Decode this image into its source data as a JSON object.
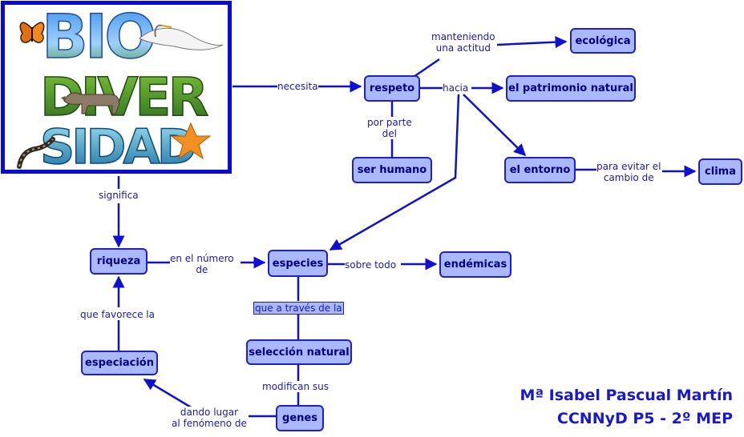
{
  "logo": {
    "line1": "BIO",
    "line2": "DIVER",
    "line3": "SIDAD"
  },
  "nodes": {
    "respeto": "respeto",
    "ecologica": "ecológica",
    "patrimonio": "el patrimonio natural",
    "ser_humano": "ser humano",
    "entorno": "el entorno",
    "clima": "clima",
    "riqueza": "riqueza",
    "especies": "especies",
    "endemicas": "endémicas",
    "seleccion": "selección natural",
    "especiacion": "especiación",
    "genes": "genes"
  },
  "links": {
    "necesita": "necesita",
    "manteniendo": "manteniendo\nuna actitud",
    "hacia": "hacia",
    "por_parte": "por parte\ndel",
    "para_evitar": "para evitar el\ncambio de",
    "significa": "significa",
    "en_el_numero": "en el número\nde",
    "sobre_todo": "sobre todo",
    "que_a_traves": "que a través de la",
    "que_favorece": "que favorece la",
    "modifican": "modifican sus",
    "dando_lugar": "dando lugar\nal fenómeno de"
  },
  "credits": {
    "author": "Mª Isabel Pascual Martín",
    "course": "CCNNyD P5 - 2º MEP"
  },
  "colors": {
    "node_fill": "#aab9ff",
    "node_border": "#2020c8",
    "arrow": "#1010d0",
    "credit_text": "#1818cc"
  }
}
